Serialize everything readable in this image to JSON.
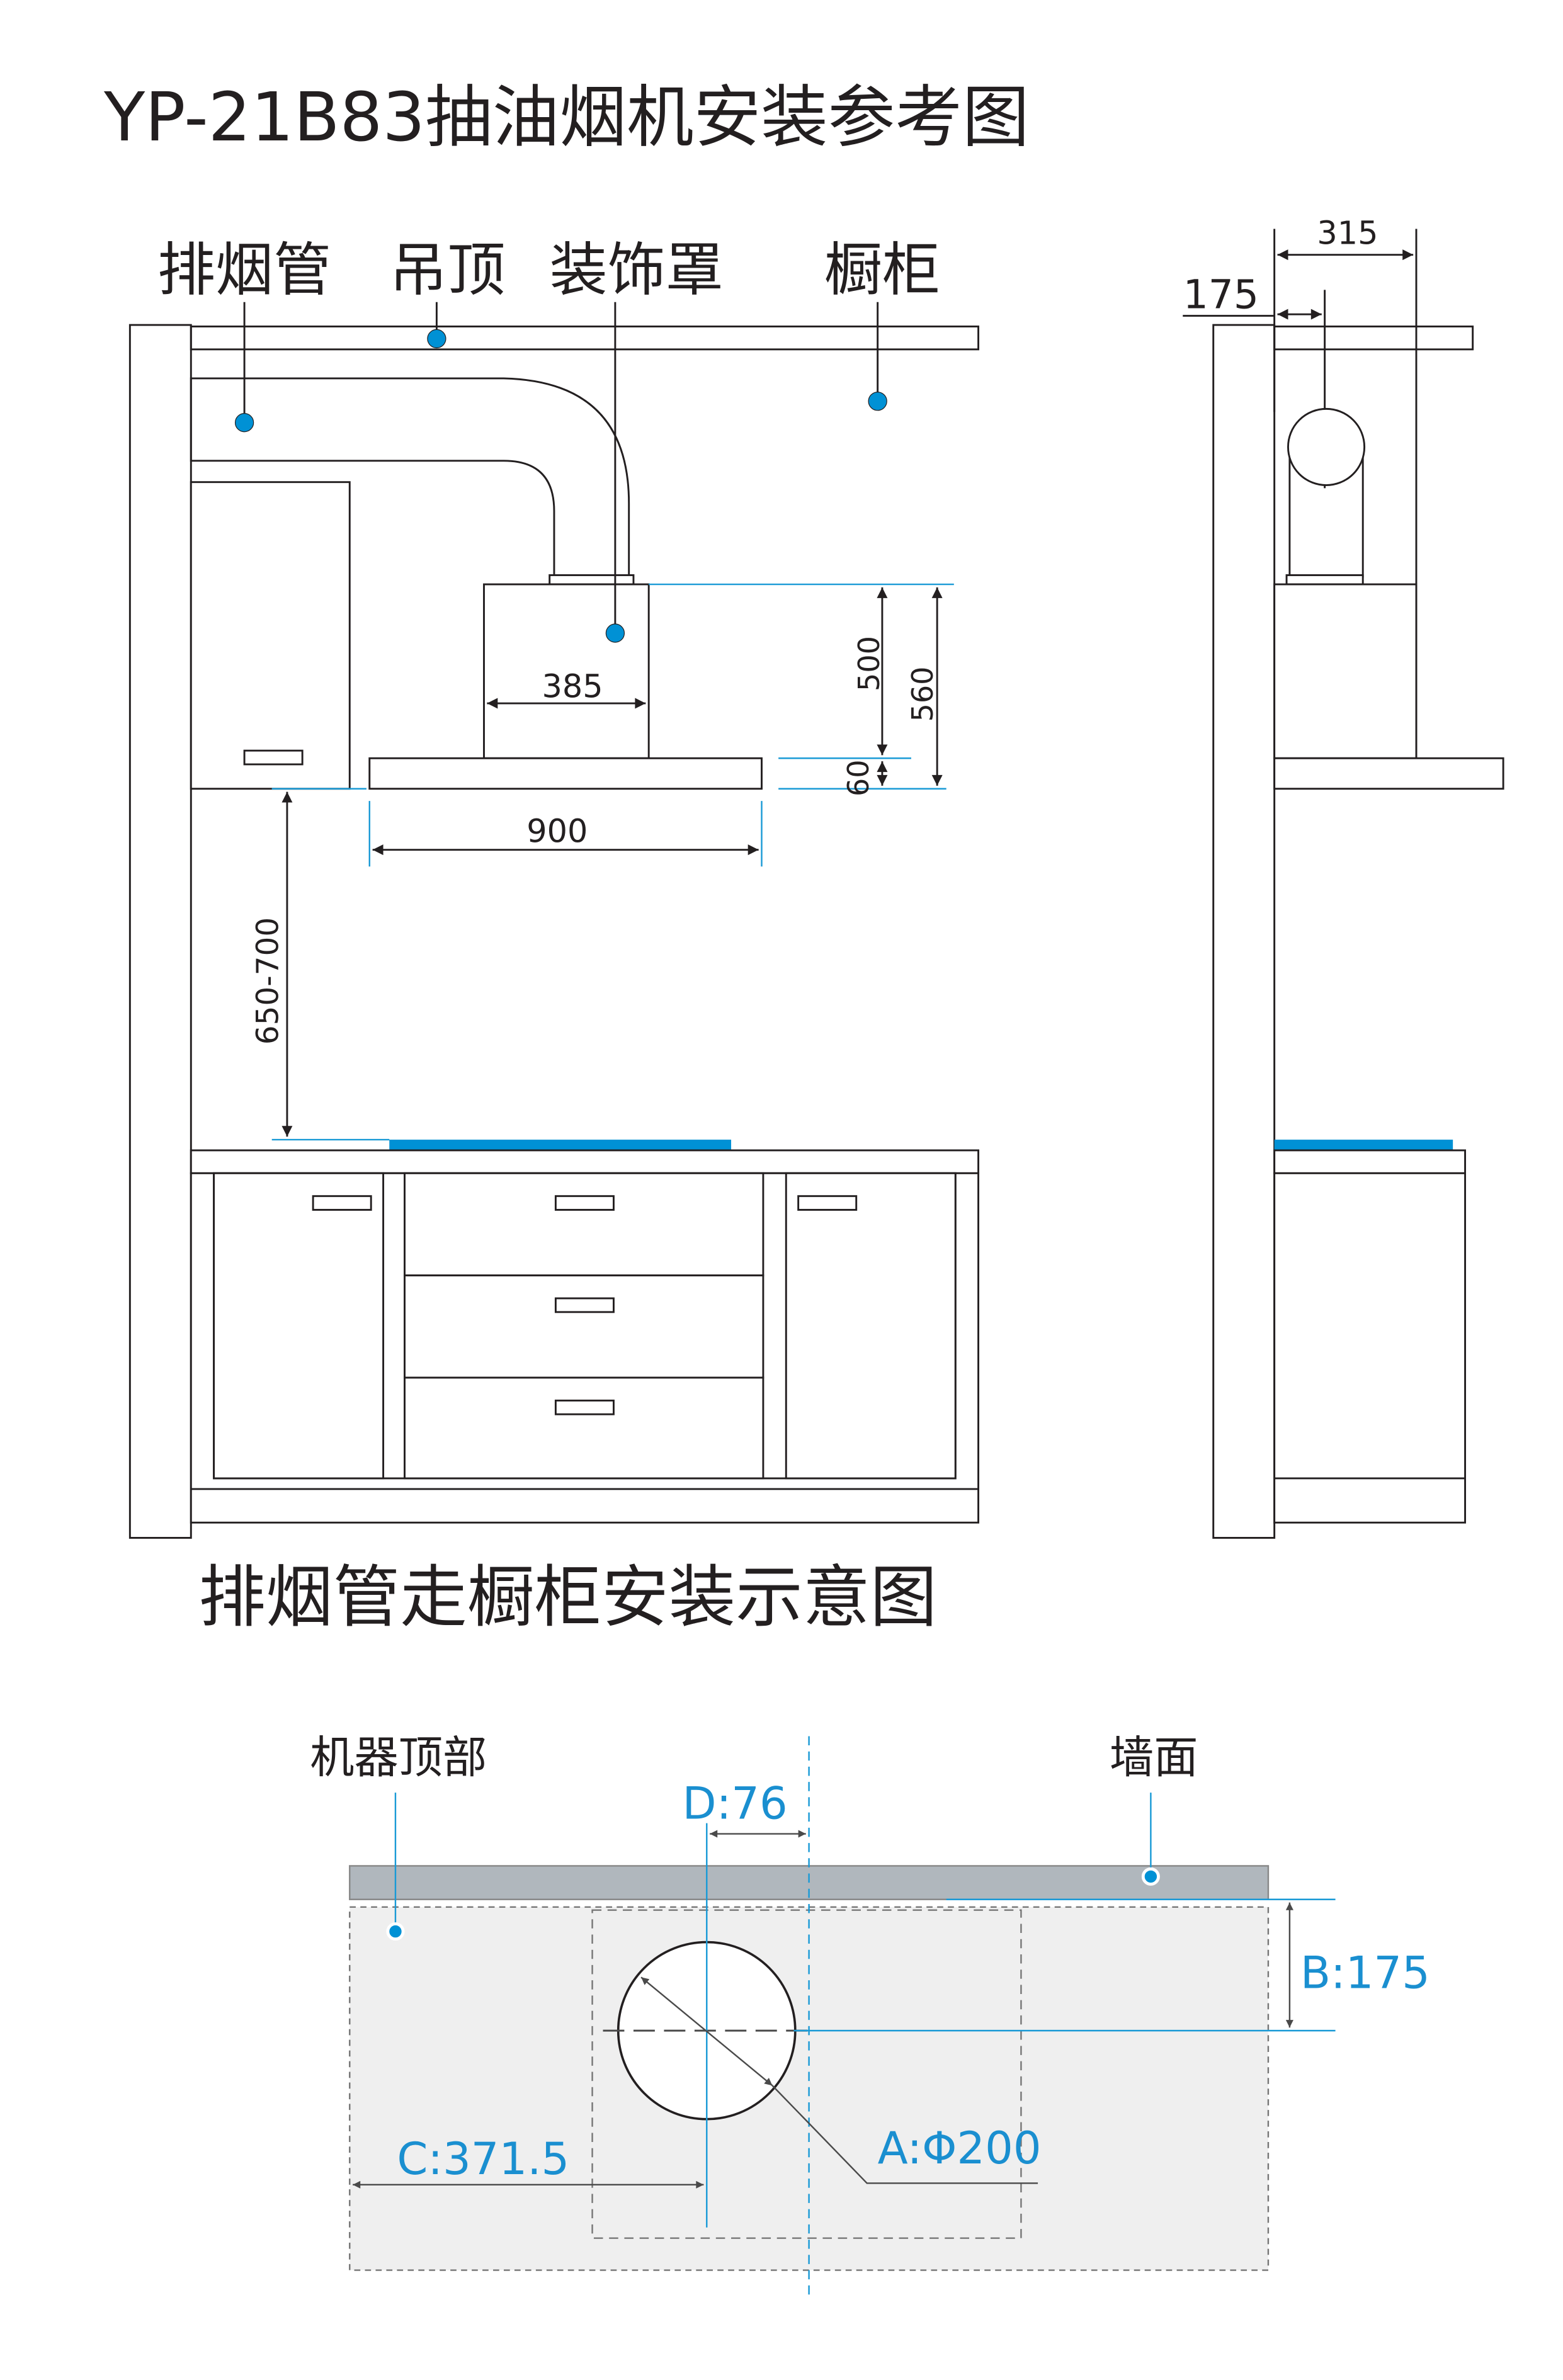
{
  "title": "YP-21B83抽油烟机安装参考图",
  "front_view": {
    "labels": {
      "duct": "排烟管",
      "ceiling": "吊顶",
      "cover": "装饰罩",
      "cabinet": "橱柜"
    },
    "dims": {
      "chimney_width": "385",
      "hood_width": "900",
      "cover_height": "500",
      "total_height": "560",
      "canopy_height": "60",
      "install_height": "650-700"
    }
  },
  "side_view": {
    "dims": {
      "depth": "315",
      "duct_offset": "175"
    }
  },
  "section_title": "排烟管走橱柜安装示意图",
  "top_view": {
    "labels": {
      "machine_top": "机器顶部",
      "wall": "墙面"
    },
    "dims": {
      "D": "D:76",
      "B": "B:175",
      "A": "A:Φ200",
      "C": "C:371.5"
    }
  },
  "colors": {
    "accent": "#0091d5",
    "wall_bar": "#b0b7bd",
    "area": "#efefef",
    "line": "#231f20"
  }
}
